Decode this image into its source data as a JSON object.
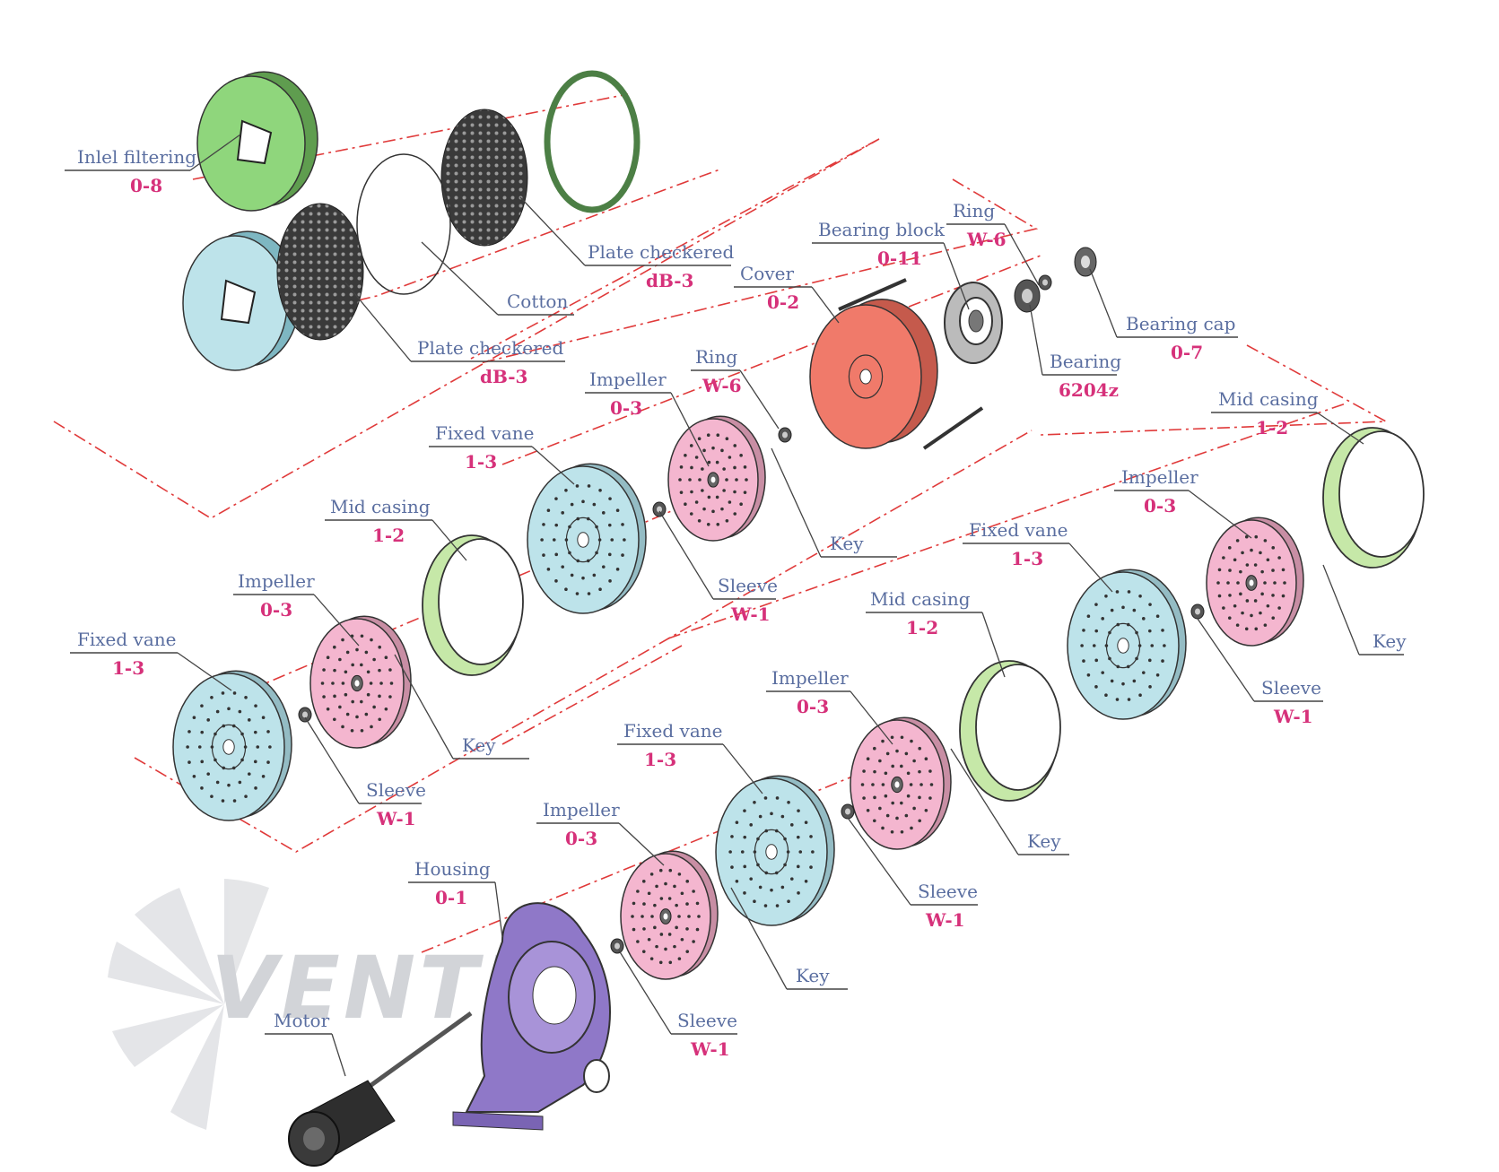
{
  "watermark": "VENTEL",
  "colors": {
    "axis": "#e03a3a",
    "leader": "#444444",
    "filter": "#8fd67c",
    "plate": "#444444",
    "cover": "#f07a6a",
    "impeller": "#f4b6cf",
    "vane": "#bde3ea",
    "casing": "#c6e8a8",
    "housing": "#8f78c8",
    "name_text": "#5a6ea0",
    "code_text": "#d6317a"
  },
  "labels": [
    {
      "name": "Inlel filtering",
      "code": "0-8"
    },
    {
      "name": "Plate checkered",
      "code": "dB-3"
    },
    {
      "name": "Cotton",
      "code": ""
    },
    {
      "name": "Plate checkered",
      "code": "dB-3"
    },
    {
      "name": "Cover",
      "code": "0-2"
    },
    {
      "name": "Bearing block",
      "code": "0-11"
    },
    {
      "name": "Ring",
      "code": "W-6"
    },
    {
      "name": "Bearing cap",
      "code": "0-7"
    },
    {
      "name": "Bearing",
      "code": "6204z"
    },
    {
      "name": "Impeller",
      "code": "0-3"
    },
    {
      "name": "Ring",
      "code": "W-6"
    },
    {
      "name": "Key",
      "code": ""
    },
    {
      "name": "Fixed vane",
      "code": "1-3"
    },
    {
      "name": "Sleeve",
      "code": "W-1"
    },
    {
      "name": "Mid casing",
      "code": "1-2"
    },
    {
      "name": "Impeller",
      "code": "0-3"
    },
    {
      "name": "Key",
      "code": ""
    },
    {
      "name": "Fixed vane",
      "code": "1-3"
    },
    {
      "name": "Sleeve",
      "code": "W-1"
    },
    {
      "name": "Mid casing",
      "code": "1-2"
    },
    {
      "name": "Impeller",
      "code": "0-3"
    },
    {
      "name": "Key",
      "code": ""
    },
    {
      "name": "Sleeve",
      "code": "W-1"
    },
    {
      "name": "Fixed vane",
      "code": "1-3"
    },
    {
      "name": "Mid casing",
      "code": "1-2"
    },
    {
      "name": "Impeller",
      "code": "0-3"
    },
    {
      "name": "Key",
      "code": ""
    },
    {
      "name": "Sleeve",
      "code": "W-1"
    },
    {
      "name": "Fixed vane",
      "code": "1-3"
    },
    {
      "name": "Impeller",
      "code": "0-3"
    },
    {
      "name": "Key",
      "code": ""
    },
    {
      "name": "Sleeve",
      "code": "W-1"
    },
    {
      "name": "Housing",
      "code": "0-1"
    },
    {
      "name": "Motor",
      "code": ""
    }
  ]
}
